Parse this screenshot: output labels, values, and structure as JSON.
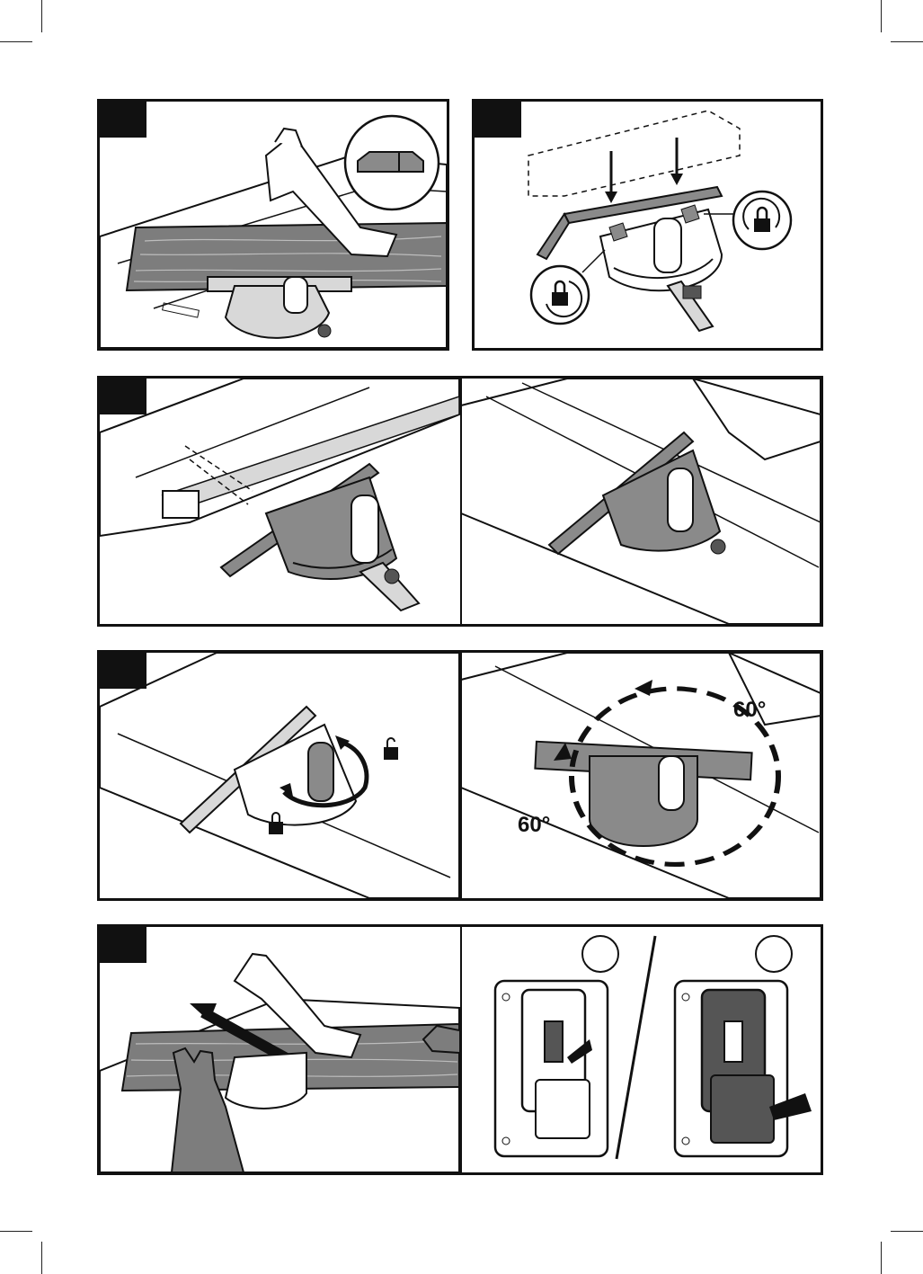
{
  "figures": [
    {
      "id": "fig-1",
      "title": "",
      "illustration": "mitre-gauge-with-workpiece-and-joint-inset"
    },
    {
      "id": "fig-2",
      "title": "",
      "illustration": "mitre-fence-mounting-with-lock-icons"
    },
    {
      "id": "fig-3",
      "title": "",
      "illustration": "mitre-gauge-inserted-in-table-slot"
    },
    {
      "id": "fig-4",
      "title": "",
      "illustration": "mitre-angle-adjustment-60-degrees"
    },
    {
      "id": "fig-5",
      "title": "",
      "illustration": "workpiece-push-and-switch-details"
    }
  ],
  "angle_left": "60°",
  "angle_right": "60°",
  "icons": [
    "lock-icon",
    "unlock-icon",
    "arrow-icon",
    "rotate-arrow-icon"
  ],
  "colors": {
    "line": "#111111",
    "mid_gray": "#8a8a8a",
    "light_gray": "#d8d8d8",
    "wood": "#7d7d7d"
  }
}
